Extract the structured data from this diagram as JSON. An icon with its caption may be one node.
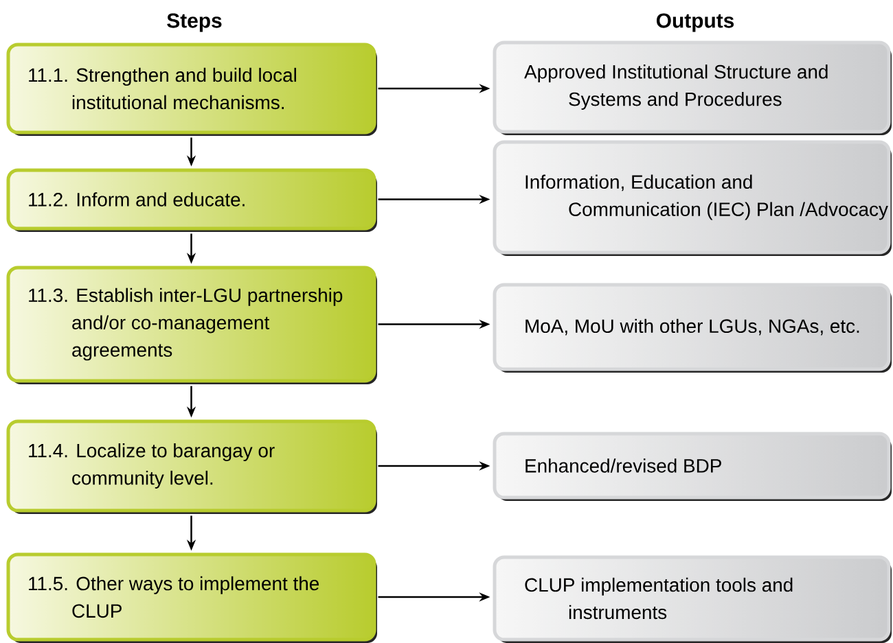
{
  "diagram": {
    "nodes": [
      {
        "text": [
          "11.1. Strengthen and build local institutional mechanisms."
        ]
      },
      {
        "text": [
          "Approved Institutional Structure and Systems and Procedures"
        ]
      },
      {
        "text": [
          "11.2. Inform and educate."
        ]
      },
      {
        "text": [
          "Information, Education and Communication (IEC) Plan /Advocacy"
        ]
      },
      {
        "text": [
          "11.3.  Establish inter-LGU partnership and/or co-management agreements"
        ]
      },
      {
        "text": [
          "MoA, MoU with other LGUs, NGAs, etc."
        ]
      },
      {
        "text": [
          "11.4. Localize to barangay or community level."
        ]
      },
      {
        "text": [
          "Enhanced/revised  BDP"
        ]
      },
      {
        "text": [
          "11.5. Other ways to implement the CLUP"
        ]
      },
      {
        "text": [
          "CLUP implementation tools and instruments"
        ]
      }
    ],
    "edges": [
      {
        "from": 0,
        "to": 1,
        "arrow": "to"
      },
      {
        "from": 0,
        "to": 2,
        "arrow": "to"
      },
      {
        "from": 2,
        "to": 3,
        "arrow": "to"
      },
      {
        "from": 2,
        "to": 4,
        "arrow": "to"
      },
      {
        "from": 4,
        "to": 5,
        "arrow": "to"
      },
      {
        "from": 4,
        "to": 6,
        "arrow": "to"
      },
      {
        "from": 6,
        "to": 7,
        "arrow": "to"
      },
      {
        "from": 6,
        "to": 8,
        "arrow": "to"
      },
      {
        "from": 8,
        "to": 9,
        "arrow": "to"
      }
    ],
    "labels": [
      "Steps",
      "Outputs"
    ]
  }
}
